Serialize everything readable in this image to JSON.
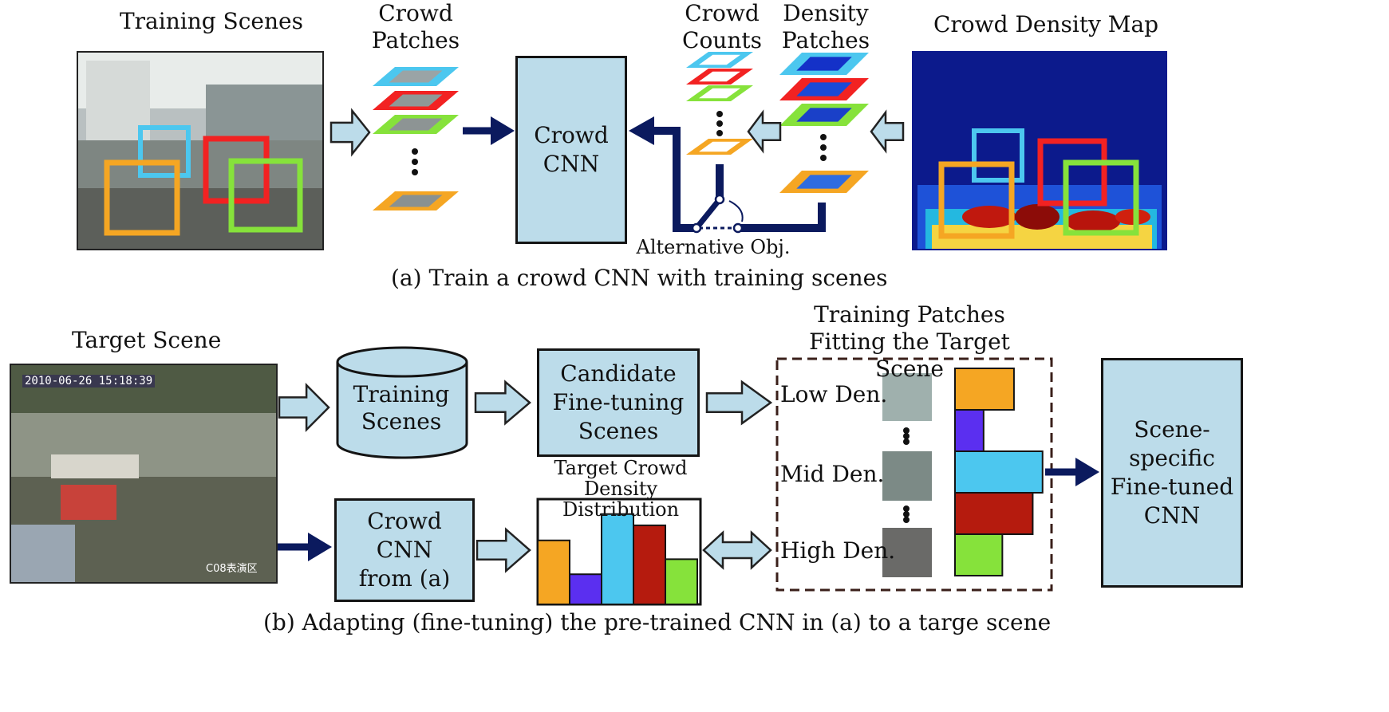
{
  "part_a": {
    "training_scenes_label": "Training Scenes",
    "crowd_patches_label": "Crowd\nPatches",
    "crowd_cnn_label": "Crowd\nCNN",
    "crowd_counts_label": "Crowd\nCounts",
    "density_patches_label": "Density\nPatches",
    "density_map_label": "Crowd Density Map",
    "alt_obj_label": "Alternative Obj.",
    "caption": "(a) Train a crowd CNN with training scenes"
  },
  "part_b": {
    "target_scene_label": "Target Scene",
    "timestamp": "2010-06-26 15:18:39",
    "camera_tag": "C08表演区",
    "training_scenes_db": "Training\nScenes",
    "candidate_box": "Candidate\nFine-tuning\nScenes",
    "crowd_cnn_from_a": "Crowd CNN\nfrom (a)",
    "target_dist_label": "Target Crowd\nDensity Distribution",
    "training_patches_label": "Training Patches\nFitting the Target Scene",
    "low_den": "Low Den.",
    "mid_den": "Mid Den.",
    "high_den": "High Den.",
    "scene_specific_box": "Scene-\nspecific\nFine-tuned\nCNN",
    "caption": "(b) Adapting (fine-tuning) the pre-trained CNN in (a) to a targe scene"
  },
  "colors": {
    "orange": "#f5a623",
    "purple": "#5b2ff0",
    "cyan": "#4cc7ef",
    "darkred": "#b51b0e",
    "green": "#86e23b",
    "red": "#f22222",
    "navy": "#0b1a5e",
    "box_fill": "#bcdcea"
  },
  "target_distribution": [
    {
      "color": "orange",
      "value": 0.68
    },
    {
      "color": "purple",
      "value": 0.32
    },
    {
      "color": "cyan",
      "value": 0.96
    },
    {
      "color": "darkred",
      "value": 0.84
    },
    {
      "color": "green",
      "value": 0.48
    }
  ],
  "patch_distribution": [
    {
      "color": "orange",
      "value": 0.66
    },
    {
      "color": "purple",
      "value": 0.32
    },
    {
      "color": "cyan",
      "value": 0.98
    },
    {
      "color": "darkred",
      "value": 0.87
    },
    {
      "color": "green",
      "value": 0.53
    }
  ]
}
